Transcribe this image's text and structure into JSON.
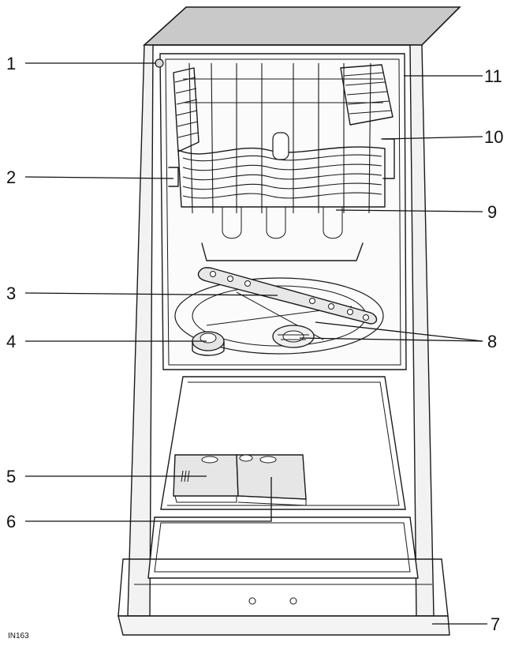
{
  "figure_code": "IN163",
  "callouts": [
    {
      "id": "1",
      "label": "1"
    },
    {
      "id": "2",
      "label": "2"
    },
    {
      "id": "3",
      "label": "3"
    },
    {
      "id": "4",
      "label": "4"
    },
    {
      "id": "5",
      "label": "5"
    },
    {
      "id": "6",
      "label": "6"
    },
    {
      "id": "7",
      "label": "7"
    },
    {
      "id": "8",
      "label": "8"
    },
    {
      "id": "9",
      "label": "9"
    },
    {
      "id": "10",
      "label": "10"
    },
    {
      "id": "11",
      "label": "11"
    }
  ],
  "colors": {
    "line": "#1a1a1a",
    "top_fill": "#c9c9c9",
    "body_fill": "#f7f7f7",
    "tub_fill": "#fbfbfb"
  }
}
